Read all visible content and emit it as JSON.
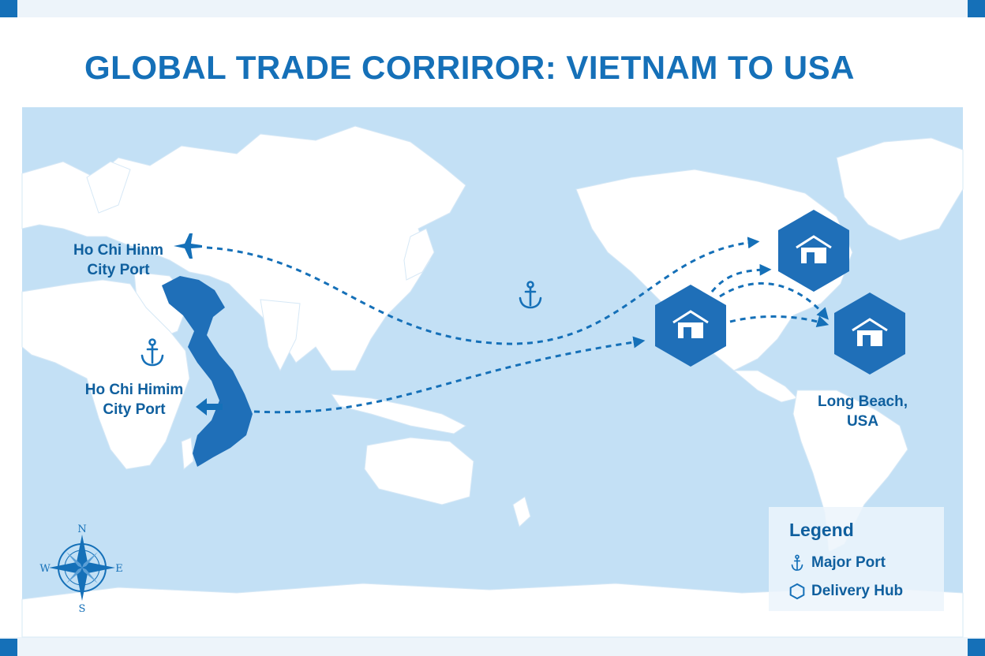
{
  "title": "GLOBAL TRADE CORRIROR: VIETNAM TO USA",
  "labels": {
    "origin_top": [
      "Ho Chi Hinm",
      "City Port"
    ],
    "origin_bottom": [
      "Ho Chi Himim",
      "City Port"
    ],
    "destination": [
      "Long Beach,",
      "USA"
    ]
  },
  "legend": {
    "title": "Legend",
    "items": [
      {
        "icon": "anchor-icon",
        "label": "Major Port"
      },
      {
        "icon": "hexagon-icon",
        "label": "Delivery Hub"
      }
    ]
  },
  "compass": {
    "n": "N",
    "s": "S",
    "e": "E",
    "w": "W"
  },
  "colors": {
    "ocean": "#c3e0f5",
    "land": "#ffffff",
    "accent": "#1570b8",
    "label": "#0f5f9e"
  }
}
